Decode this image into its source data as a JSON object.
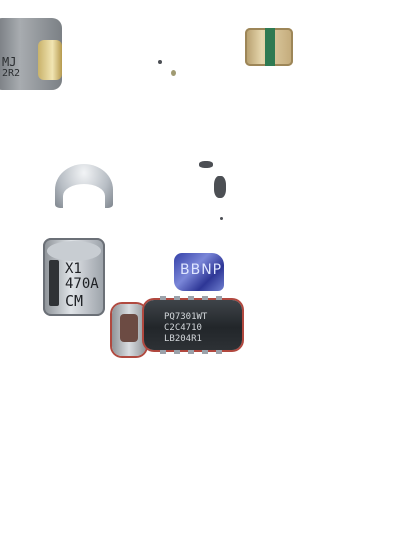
{
  "components": {
    "inductor_top_left": {
      "markings": [
        "MJ",
        "2R2"
      ]
    },
    "capacitor": {
      "markings": [
        "X1",
        "470A",
        "CM"
      ]
    },
    "blue_sticker": {
      "scribble": "BBNP"
    },
    "ic": {
      "markings": [
        "PQ7301WT",
        "C2C4710",
        "LB204R1"
      ]
    }
  }
}
